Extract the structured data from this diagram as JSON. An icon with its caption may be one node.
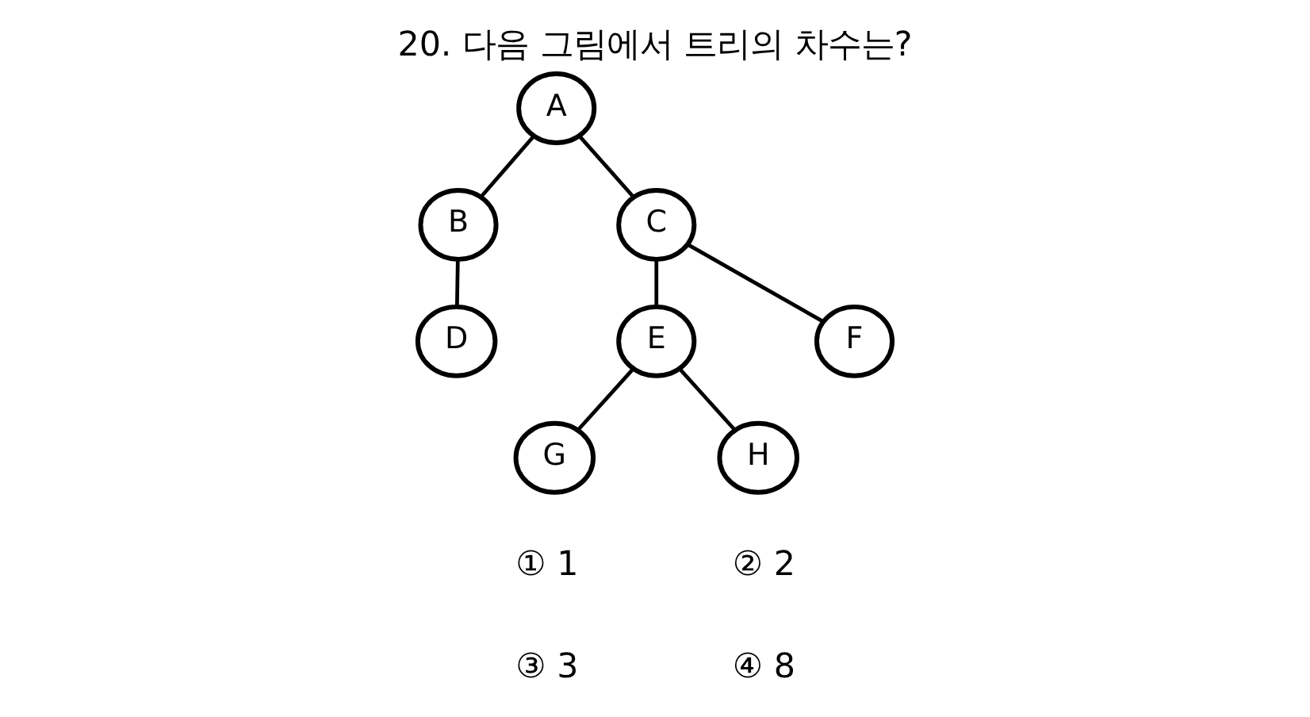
{
  "diagram": {
    "title": "20. 다음 그림에서 트리의 차수는?",
    "nodes": [
      {
        "text": [
          "A"
        ]
      },
      {
        "text": [
          "B"
        ]
      },
      {
        "text": [
          "C"
        ]
      },
      {
        "text": [
          "D"
        ]
      },
      {
        "text": [
          "E"
        ]
      },
      {
        "text": [
          "F"
        ]
      },
      {
        "text": [
          "G"
        ]
      },
      {
        "text": [
          "H"
        ]
      }
    ],
    "edges": [
      {
        "from": 0,
        "to": 1,
        "arrow": "none"
      },
      {
        "from": 0,
        "to": 2,
        "arrow": "none"
      },
      {
        "from": 1,
        "to": 3,
        "arrow": "none"
      },
      {
        "from": 2,
        "to": 4,
        "arrow": "none"
      },
      {
        "from": 2,
        "to": 5,
        "arrow": "none"
      },
      {
        "from": 4,
        "to": 6,
        "arrow": "none"
      },
      {
        "from": 4,
        "to": 7,
        "arrow": "none"
      }
    ],
    "labels": [
      "① 1",
      "② 2",
      "③ 3",
      "④ 8"
    ]
  }
}
